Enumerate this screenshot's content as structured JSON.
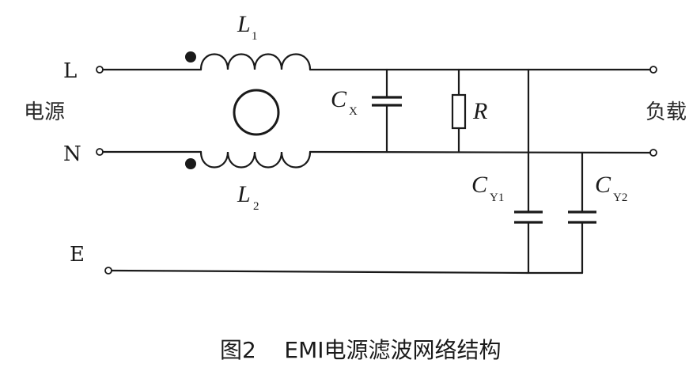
{
  "diagram": {
    "terminals": {
      "line": "L",
      "neutral": "N",
      "earth": "E"
    },
    "source_label": "电源",
    "load_label": "负载",
    "inductors": [
      {
        "symbol": "L",
        "subscript": "1"
      },
      {
        "symbol": "L",
        "subscript": "2"
      }
    ],
    "capacitor_x": {
      "symbol": "C",
      "subscript": "X"
    },
    "resistor": {
      "symbol": "R"
    },
    "capacitor_y1": {
      "symbol": "C",
      "subscript": "Y1"
    },
    "capacitor_y2": {
      "symbol": "C",
      "subscript": "Y2"
    }
  },
  "caption": "图2    EMI电源滤波网络结构"
}
